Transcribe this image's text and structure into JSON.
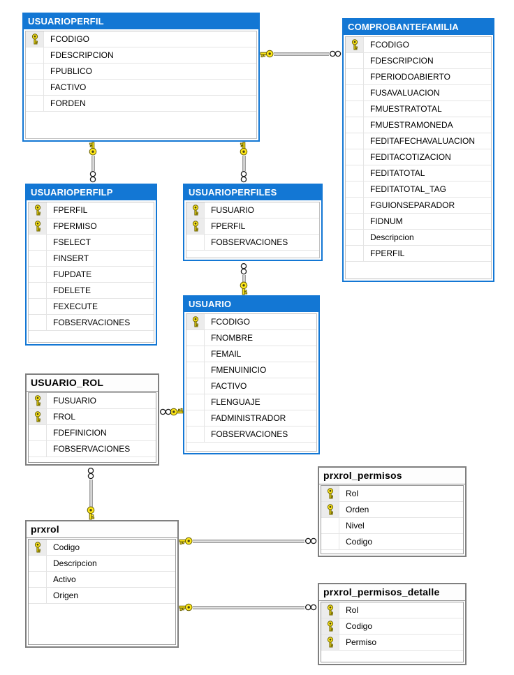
{
  "app": {
    "name": "database-diagram",
    "background": "#ffffff"
  },
  "colors": {
    "table_header_blue": "#1377d4",
    "table_border_blue": "#1377d4",
    "table_border_gray": "#7f7f7f",
    "key_fill": "#ffe81a",
    "row_divider": "#e4e4e4"
  },
  "icons": {
    "primary_key": "key-icon",
    "many_cardinality": "infinity-icon"
  },
  "tables": [
    {
      "id": "usuarioperfil",
      "title": "USUARIOPERFIL",
      "header_style": "blue",
      "fields": [
        {
          "name": "FCODIGO",
          "key": true
        },
        {
          "name": "FDESCRIPCION",
          "key": false
        },
        {
          "name": "FPUBLICO",
          "key": false
        },
        {
          "name": "FACTIVO",
          "key": false
        },
        {
          "name": "FORDEN",
          "key": false
        }
      ]
    },
    {
      "id": "comprobantefamilia",
      "title": "COMPROBANTEFAMILIA",
      "header_style": "blue",
      "fields": [
        {
          "name": "FCODIGO",
          "key": true
        },
        {
          "name": "FDESCRIPCION",
          "key": false
        },
        {
          "name": "FPERIODOABIERTO",
          "key": false
        },
        {
          "name": "FUSAVALUACION",
          "key": false
        },
        {
          "name": "FMUESTRATOTAL",
          "key": false
        },
        {
          "name": "FMUESTRAMONEDA",
          "key": false
        },
        {
          "name": "FEDITAFECHAVALUACION",
          "key": false
        },
        {
          "name": "FEDITACOTIZACION",
          "key": false
        },
        {
          "name": "FEDITATOTAL",
          "key": false
        },
        {
          "name": "FEDITATOTAL_TAG",
          "key": false
        },
        {
          "name": "FGUIONSEPARADOR",
          "key": false
        },
        {
          "name": "FIDNUM",
          "key": false
        },
        {
          "name": "Descripcion",
          "key": false
        },
        {
          "name": "FPERFIL",
          "key": false
        }
      ]
    },
    {
      "id": "usuarioperfilp",
      "title": "USUARIOPERFILP",
      "header_style": "blue",
      "fields": [
        {
          "name": "FPERFIL",
          "key": true
        },
        {
          "name": "FPERMISO",
          "key": true
        },
        {
          "name": "FSELECT",
          "key": false
        },
        {
          "name": "FINSERT",
          "key": false
        },
        {
          "name": "FUPDATE",
          "key": false
        },
        {
          "name": "FDELETE",
          "key": false
        },
        {
          "name": "FEXECUTE",
          "key": false
        },
        {
          "name": "FOBSERVACIONES",
          "key": false
        }
      ]
    },
    {
      "id": "usuarioperfiles",
      "title": "USUARIOPERFILES",
      "header_style": "blue",
      "fields": [
        {
          "name": "FUSUARIO",
          "key": true
        },
        {
          "name": "FPERFIL",
          "key": true
        },
        {
          "name": "FOBSERVACIONES",
          "key": false
        }
      ]
    },
    {
      "id": "usuario",
      "title": "USUARIO",
      "header_style": "blue",
      "fields": [
        {
          "name": "FCODIGO",
          "key": true
        },
        {
          "name": "FNOMBRE",
          "key": false
        },
        {
          "name": "FEMAIL",
          "key": false
        },
        {
          "name": "FMENUINICIO",
          "key": false
        },
        {
          "name": "FACTIVO",
          "key": false
        },
        {
          "name": "FLENGUAJE",
          "key": false
        },
        {
          "name": "FADMINISTRADOR",
          "key": false
        },
        {
          "name": "FOBSERVACIONES",
          "key": false
        }
      ]
    },
    {
      "id": "usuario_rol",
      "title": "USUARIO_ROL",
      "header_style": "gray",
      "fields": [
        {
          "name": "FUSUARIO",
          "key": true
        },
        {
          "name": "FROL",
          "key": true
        },
        {
          "name": "FDEFINICION",
          "key": false
        },
        {
          "name": "FOBSERVACIONES",
          "key": false
        }
      ]
    },
    {
      "id": "prxrol",
      "title": "prxrol",
      "header_style": "gray",
      "fields": [
        {
          "name": "Codigo",
          "key": true
        },
        {
          "name": "Descripcion",
          "key": false
        },
        {
          "name": "Activo",
          "key": false
        },
        {
          "name": "Origen",
          "key": false
        }
      ]
    },
    {
      "id": "prxrol_permisos",
      "title": "prxrol_permisos",
      "header_style": "gray",
      "fields": [
        {
          "name": "Rol",
          "key": true
        },
        {
          "name": "Orden",
          "key": true
        },
        {
          "name": "Nivel",
          "key": false
        },
        {
          "name": "Codigo",
          "key": false
        }
      ]
    },
    {
      "id": "prxrol_permisos_detalle",
      "title": "prxrol_permisos_detalle",
      "header_style": "gray",
      "fields": [
        {
          "name": "Rol",
          "key": true
        },
        {
          "name": "Codigo",
          "key": true
        },
        {
          "name": "Permiso",
          "key": true
        }
      ]
    }
  ],
  "relationships": [
    {
      "name": "usuarioperfil-comprobantefamilia",
      "one": "USUARIOPERFIL",
      "many": "COMPROBANTEFAMILIA"
    },
    {
      "name": "usuarioperfil-usuarioperfilp",
      "one": "USUARIOPERFIL",
      "many": "USUARIOPERFILP"
    },
    {
      "name": "usuarioperfil-usuarioperfiles",
      "one": "USUARIOPERFIL",
      "many": "USUARIOPERFILES"
    },
    {
      "name": "usuario-usuarioperfiles",
      "one": "USUARIO",
      "many": "USUARIOPERFILES"
    },
    {
      "name": "usuario-usuario_rol",
      "one": "USUARIO",
      "many": "USUARIO_ROL"
    },
    {
      "name": "prxrol-usuario_rol",
      "one": "prxrol",
      "many": "USUARIO_ROL"
    },
    {
      "name": "prxrol-prxrol_permisos",
      "one": "prxrol",
      "many": "prxrol_permisos"
    },
    {
      "name": "prxrol-prxrol_permisos_detalle",
      "one": "prxrol",
      "many": "prxrol_permisos_detalle"
    }
  ]
}
